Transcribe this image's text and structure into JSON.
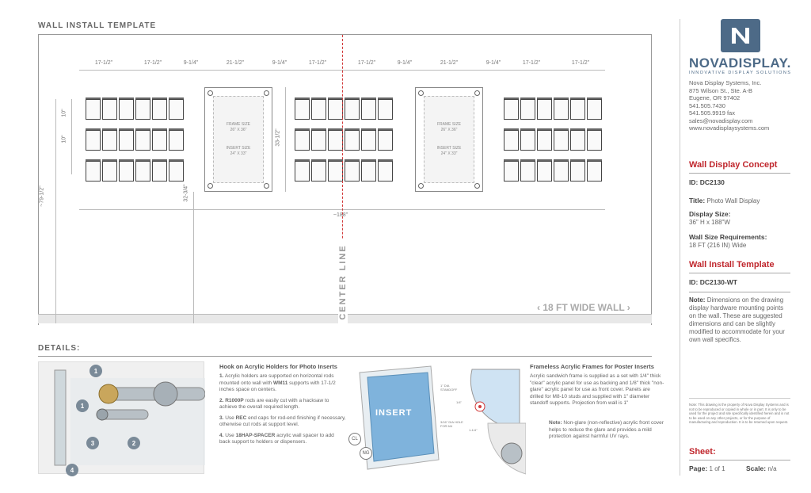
{
  "header": {
    "title": "WALL INSTALL TEMPLATE"
  },
  "drawing": {
    "top_dims": [
      "17-1/2\"",
      "17-1/2\"",
      "9-1/4\"",
      "21-1/2\"",
      "9-1/4\"",
      "17-1/2\"",
      "17-1/2\"",
      "9-1/4\"",
      "21-1/2\"",
      "9-1/4\"",
      "17-1/2\"",
      "17-1/2\""
    ],
    "row_dim_1": "10\"",
    "row_dim_2": "10\"",
    "frame_height": "33-1/2\"",
    "floor_height": "32-3/4\"",
    "wall_height": "~79-1/2\"",
    "total_width": "~188\"",
    "frame_label_1": "FRAME SIZE",
    "frame_size": "26\" X 36\"",
    "insert_label": "INSERT SIZE",
    "insert_size": "24\" X 33\"",
    "center_line": "CENTER LINE",
    "wall_width": "‹ 18 FT WIDE WALL ›"
  },
  "details": {
    "title": "DETAILS:",
    "hook_title": "Hook on Acrylic Holders for Photo Inserts",
    "items": [
      {
        "num": "1.",
        "text": "Acrylic holders are supported on horizontal rods mounted onto wall with ",
        "bold": "WM11",
        "after": " supports with 17-1/2 inches space on centers."
      },
      {
        "num": "2.",
        "bold": "R1000P",
        "text": "",
        "after": " rods are easily cut with a hacksaw to achieve the overall required length."
      },
      {
        "num": "3.",
        "text": "Use ",
        "bold": "REC",
        "after": " end caps for rod-end finishing if necessary, otherwise cut rods at support level."
      },
      {
        "num": "4.",
        "text": "Use ",
        "bold": "18HAP-SPACER",
        "after": " acrylic wall spacer to add back support to holders or dispensers."
      }
    ],
    "frame_title": "Frameless Acrylic Frames for Poster Inserts",
    "frame_text": "Acrylic sandwich frame is supplied as a set with 1/4\" thick \"clear\" acrylic panel for use as backing and 1/8\" thick \"non-glare\" acrylic panel for use as front cover. Panels are drilled for M8-10 studs and supplied with 1\" diameter standoff supports. Projection from wall is 1\"",
    "note_label": "Note:",
    "note_text": "Non-glare (non-reflective) acrylic front cover helps to reduce the glare and provides a mild protection against harmful UV rays.",
    "insert_word": "INSERT",
    "badges": [
      "1",
      "1",
      "2",
      "3",
      "4"
    ],
    "tags": [
      "CL",
      "NG"
    ],
    "callouts": [
      "1\" DIA STANDOFF",
      "3/16\" DIA HOLE FOR M4",
      "1/4\"",
      "1-1/4\""
    ]
  },
  "sidebar": {
    "brand": "NOVADISPLAY.",
    "tagline": "INNOVATIVE DISPLAY SOLUTIONS",
    "address": [
      "Nova Display Systems, Inc.",
      "875 Wilson St., Ste. A-B",
      "Eugene, OR 97402",
      "541.505.7430",
      "541.505.9919 fax",
      "sales@novadisplay.com",
      "www.novadisplaysystems.com"
    ],
    "concept_heading": "Wall Display Concept",
    "id_label": "ID:",
    "id_value": "DC2130",
    "title_label": "Title:",
    "title_value": "Photo Wall Display",
    "display_size_label": "Display Size:",
    "display_size_value": "36\" H x 188\"W",
    "wall_req_label": "Wall Size Requirements:",
    "wall_req_value": "18 FT (216 IN) Wide",
    "template_heading": "Wall Install Template",
    "template_id_label": "ID:",
    "template_id_value": "DC2130-WT",
    "note_label": "Note:",
    "note_text": "Dimensions on the drawing display hardware mounting points on the wall. These are suggested dimensions and can be slightly modified to accommodate for your own wall specifics.",
    "legal": "Note: This drawing is the property of Nova Display Systems and is not to be reproduced or copied in whole or in part. It is only to be used for the project and site specifically identified herein and is not to be used on any other projects, or for the purpose of manufacturing and reproduction. It is to be returned upon request.",
    "sheet_heading": "Sheet:",
    "page_label": "Page:",
    "page_value": "1 of 1",
    "scale_label": "Scale:",
    "scale_value": "n/a"
  }
}
